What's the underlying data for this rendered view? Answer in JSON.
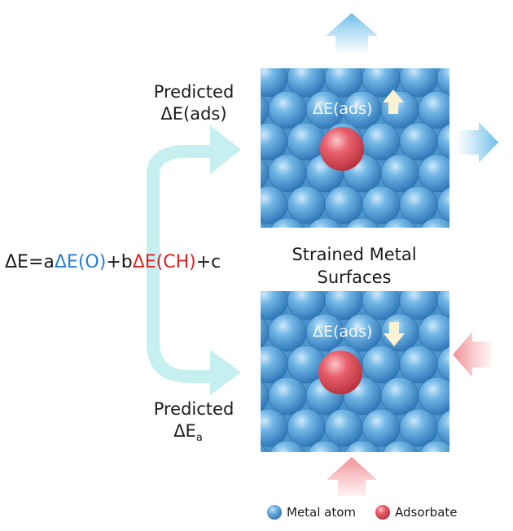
{
  "equation": {
    "lhs": "ΔE=a",
    "term1": "ΔE(O)",
    "mid": "+b",
    "term2": "ΔE(CH)",
    "rhs": "+c",
    "colors": {
      "text": "#1a1a1a",
      "term1": "#2a7fd4",
      "term2": "#e02020"
    }
  },
  "top_prediction": {
    "line1": "Predicted",
    "line2": "ΔE(ads)"
  },
  "bottom_prediction": {
    "line1": "Predicted",
    "line2_main": "ΔE",
    "line2_sub": "a"
  },
  "surface_title": {
    "line1": "Strained Metal",
    "line2": "Surfaces"
  },
  "top_surface": {
    "label": "ΔE(ads)",
    "shift_arrow": "up-arrow-icon",
    "strain": "tensile"
  },
  "bottom_surface": {
    "label": "ΔE(ads)",
    "shift_arrow": "down-arrow-icon",
    "strain": "compressive"
  },
  "legend": {
    "metal_label": "Metal atom",
    "adsorbate_label": "Adsorbate"
  },
  "colors": {
    "metal": "#5aa6dc",
    "adsorbate": "#e85a66",
    "flow_arrow": "#c6efef",
    "tensile_arrow": "#8fcdf0",
    "compressive_arrow": "#f6a8ac",
    "shift_arrow": "#fbf1d3"
  }
}
